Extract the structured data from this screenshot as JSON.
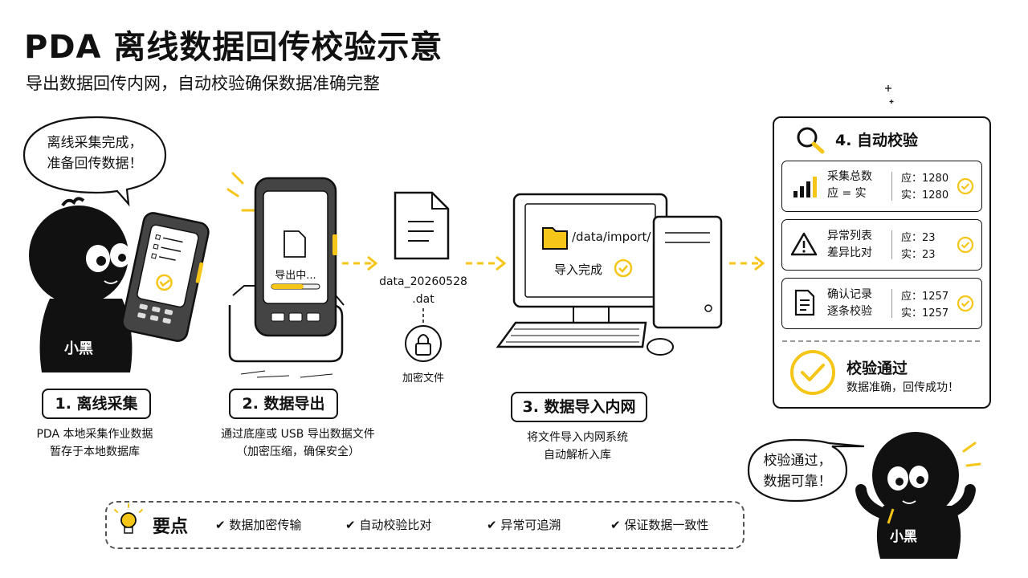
{
  "header": {
    "title": "PDA 离线数据回传校验示意",
    "subtitle": "导出数据回传内网，自动校验确保数据准确完整"
  },
  "mascot": {
    "name_tag": "小黑",
    "speech_start": [
      "离线采集完成，",
      "准备回传数据！"
    ],
    "speech_end": [
      "校验通过，",
      "数据可靠！"
    ]
  },
  "steps": [
    {
      "label": "1. 离线采集",
      "desc": [
        "PDA 本地采集作业数据",
        "暂存于本地数据库"
      ]
    },
    {
      "label": "2. 数据导出",
      "desc": [
        "通过底座或 USB 导出数据文件",
        "（加密压缩，确保安全）"
      ],
      "screen_text": "导出中..."
    },
    {
      "label": "3. 数据导入内网",
      "desc": [
        "将文件导入内网系统",
        "自动解析入库"
      ]
    }
  ],
  "file": {
    "name_line1": "data_20260528",
    "name_line2": ".dat",
    "lock_label": "加密文件"
  },
  "computer": {
    "path": "/data/import/",
    "status": "导入完成"
  },
  "verification": {
    "title": "4. 自动校验",
    "rows": [
      {
        "icon": "bar-chart-icon",
        "l1": "采集总数",
        "l2": "应 = 实",
        "r1": "应：1280",
        "r2": "实：1280"
      },
      {
        "icon": "warning-icon",
        "l1": "异常列表",
        "l2": "差异比对",
        "r1": "应：23",
        "r2": "实：23"
      },
      {
        "icon": "document-icon",
        "l1": "确认记录",
        "l2": "逐条校验",
        "r1": "应：1257",
        "r2": "实：1257"
      }
    ],
    "pass_title": "校验通过",
    "pass_sub": "数据准确，回传成功！"
  },
  "key_points": {
    "label": "要点",
    "items": [
      "数据加密传输",
      "自动校验比对",
      "异常可追溯",
      "保证数据一致性"
    ]
  },
  "colors": {
    "accent": "#F5C518",
    "ink": "#111111"
  }
}
